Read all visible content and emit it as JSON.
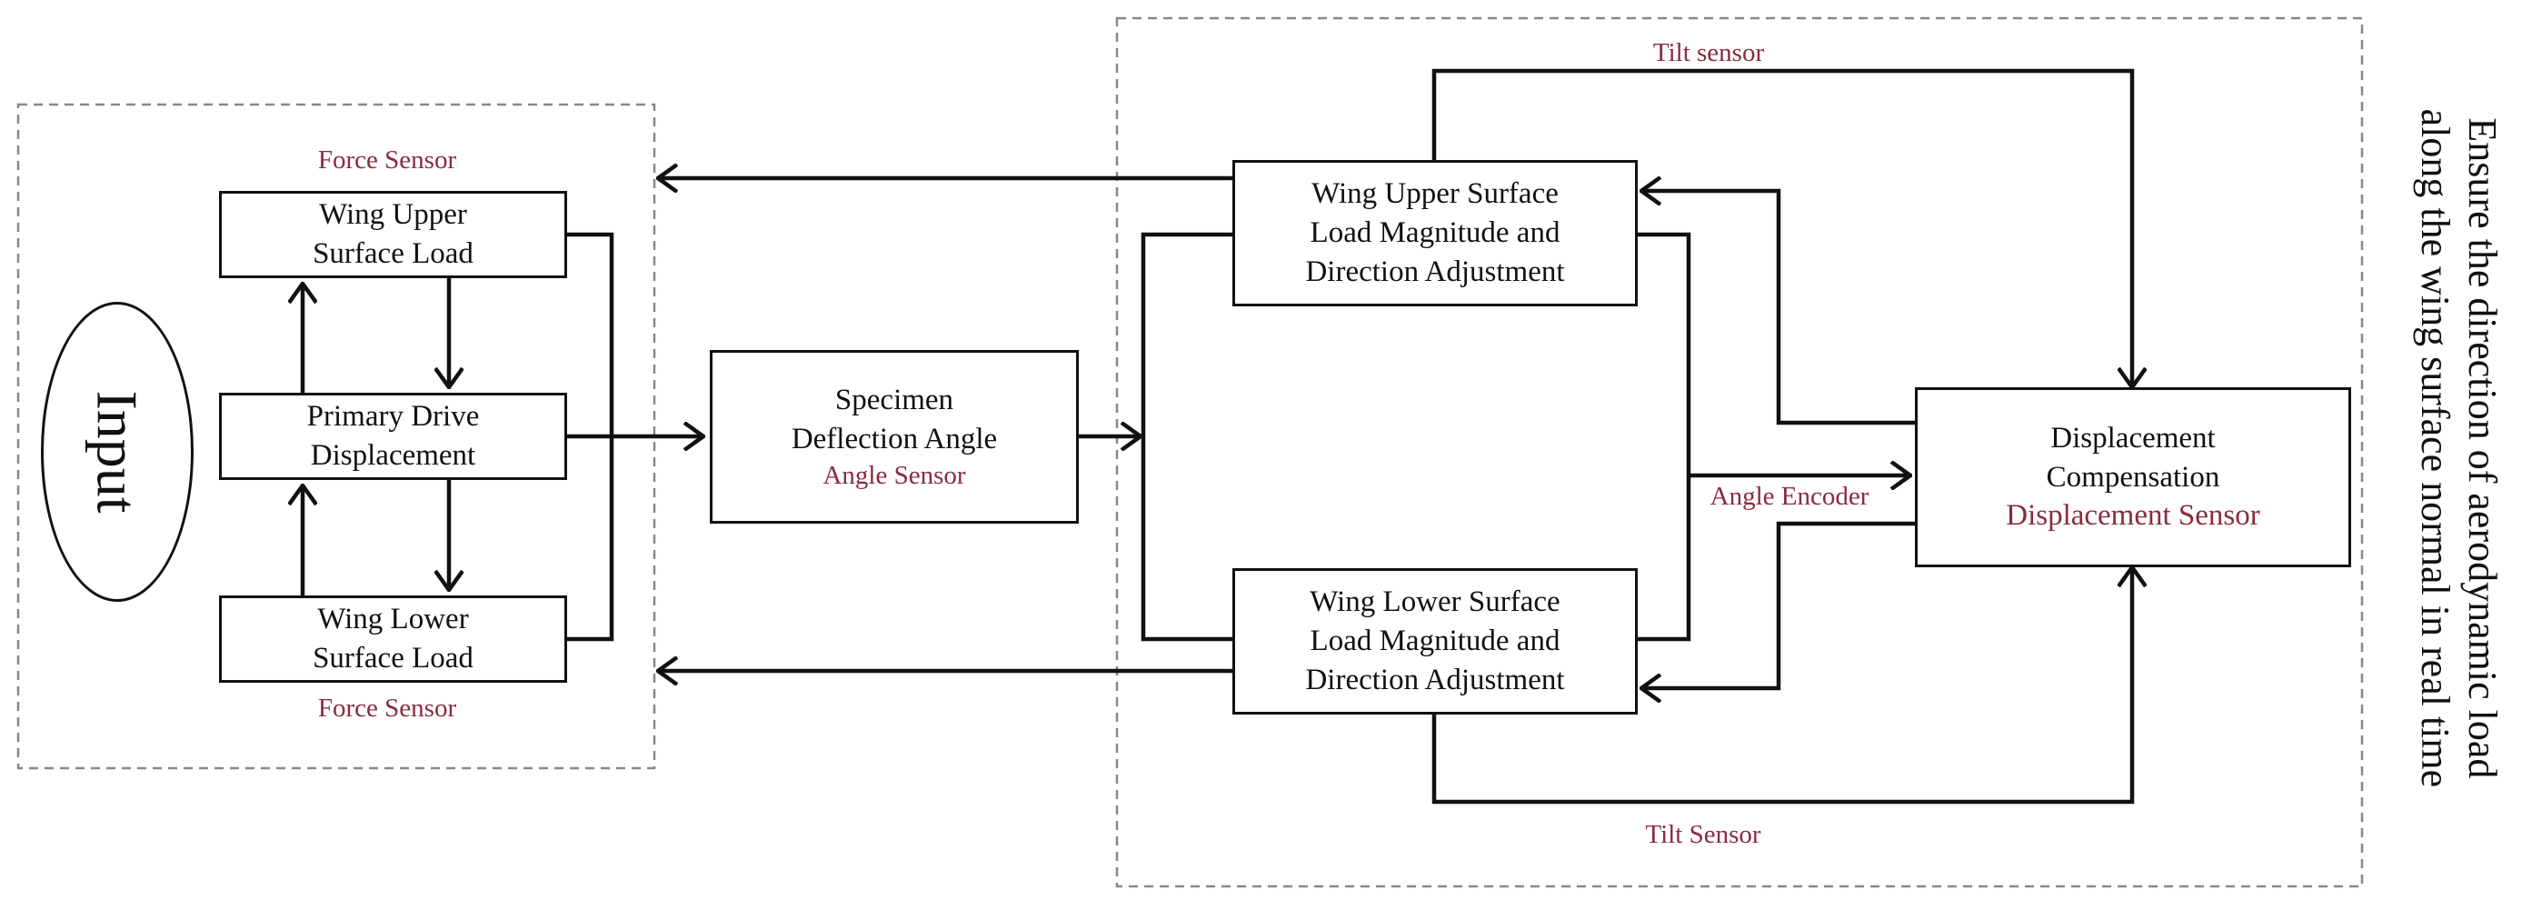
{
  "input": {
    "label": "Input"
  },
  "boxes": {
    "wing_upper_surface_load": [
      "Wing Upper",
      "Surface Load"
    ],
    "primary_drive_displacement": [
      "Primary Drive",
      "Displacement"
    ],
    "wing_lower_surface_load": [
      "Wing Lower",
      "Surface Load"
    ],
    "specimen_deflection_angle": [
      "Specimen",
      "Deflection Angle"
    ],
    "specimen_sensor": "Angle Sensor",
    "upper_adjustment": [
      "Wing Upper Surface",
      "Load Magnitude and",
      "Direction Adjustment"
    ],
    "lower_adjustment": [
      "Wing Lower Surface",
      "Load Magnitude and",
      "Direction Adjustment"
    ],
    "displacement_compensation": [
      "Displacement",
      "Compensation"
    ],
    "displacement_sensor": "Displacement Sensor"
  },
  "labels": {
    "force_sensor_top": "Force Sensor",
    "force_sensor_bottom": "Force Sensor",
    "tilt_sensor_top": "Tilt sensor",
    "tilt_sensor_bottom": "Tilt Sensor",
    "angle_encoder": "Angle Encoder"
  },
  "side_note": [
    "Ensure the direction of aerodynamic load",
    "along the wing surface normal in real time"
  ],
  "colors": {
    "line": "#111111",
    "sensor_label": "#8a2b3e",
    "dashed_frame": "#888888"
  }
}
